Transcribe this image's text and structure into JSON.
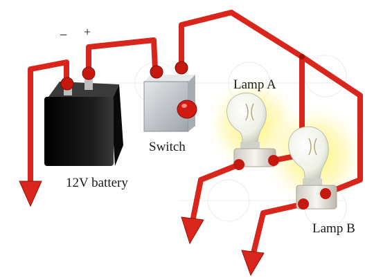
{
  "labels": {
    "minus": "−",
    "plus": "+",
    "battery": "12V battery",
    "switch": "Switch",
    "lamp_a": "Lamp A",
    "lamp_b": "Lamp B"
  },
  "colors": {
    "wire": "#d8261c",
    "wire_dark": "#9c120c",
    "battery": "#121212",
    "switch_body": "#c9cdd2",
    "switch_knob": "#d11a12",
    "lamp_glow": "#fff27a",
    "bulb": "#f3f6ee",
    "socket": "#e9e7e2"
  }
}
